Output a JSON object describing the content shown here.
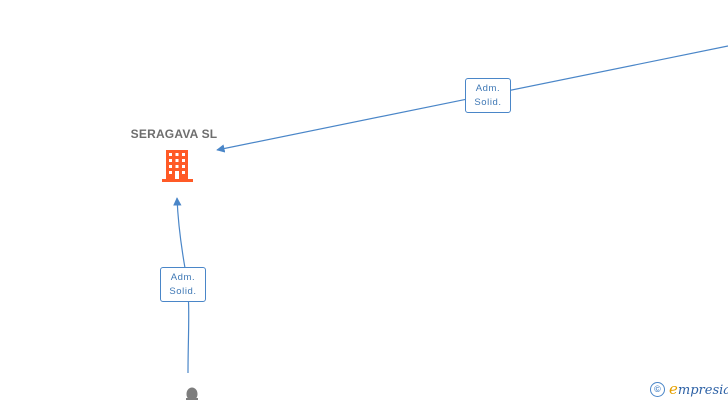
{
  "nodes": {
    "company": {
      "name": "SERAGAVA SL",
      "icon": "building-icon",
      "color": "#ff5a26"
    },
    "person": {
      "icon": "person-icon",
      "color": "#7d7d7d"
    }
  },
  "edges": [
    {
      "from": "offscreen-right",
      "to": "company",
      "label_line1": "Adm.",
      "label_line2": "Solid."
    },
    {
      "from": "person",
      "to": "company",
      "label_line1": "Adm.",
      "label_line2": "Solid."
    }
  ],
  "colors": {
    "edge": "#4a86c8",
    "label_text": "#3f78b5",
    "company_text": "#6e6e6e"
  },
  "footer": {
    "copyright_symbol": "©",
    "brand_first": "e",
    "brand_rest": "mpresia"
  }
}
